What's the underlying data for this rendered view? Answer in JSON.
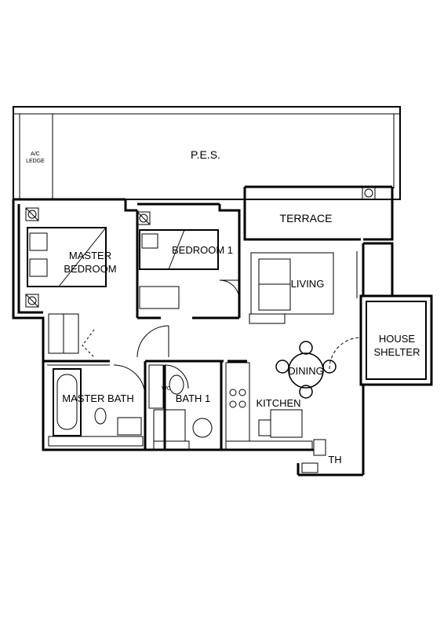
{
  "floor_plan": {
    "rooms": {
      "pes": "P.E.S.",
      "ac_ledge_line1": "A/C",
      "ac_ledge_line2": "LEDGE",
      "terrace": "TERRACE",
      "master_bedroom_line1": "MASTER",
      "master_bedroom_line2": "BEDROOM",
      "bedroom_1": "BEDROOM 1",
      "living": "LIVING",
      "house_shelter_line1": "HOUSE",
      "house_shelter_line2": "SHELTER",
      "dining": "DINING",
      "master_bath": "MASTER BATH",
      "bath_1": "BATH 1",
      "kitchen": "KITCHEN",
      "wc": "WC",
      "yard_fragment": "TH"
    }
  }
}
